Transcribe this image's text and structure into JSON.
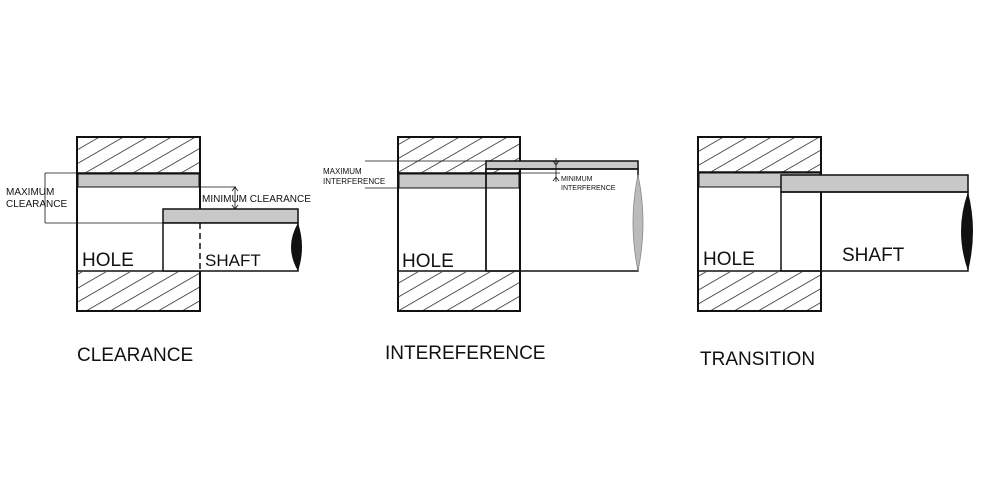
{
  "clearance": {
    "caption": "CLEARANCE",
    "hole_label": "HOLE",
    "shaft_label": "SHAFT",
    "max_label_line1": "MAXIMUM",
    "max_label_line2": "CLEARANCE",
    "min_label": "MINIMUM CLEARANCE"
  },
  "interference": {
    "caption": "INTEREFERENCE",
    "hole_label": "HOLE",
    "max_label_line1": "MAXIMUM",
    "max_label_line2": "INTERFERENCE",
    "min_label_line1": "MINIMUM",
    "min_label_line2": "INTERFERENCE"
  },
  "transition": {
    "caption": "TRANSITION",
    "hole_label": "HOLE",
    "shaft_label": "SHAFT"
  },
  "colors": {
    "line": "#111111",
    "tolerance_band": "#c8c8c8",
    "background": "#ffffff"
  }
}
